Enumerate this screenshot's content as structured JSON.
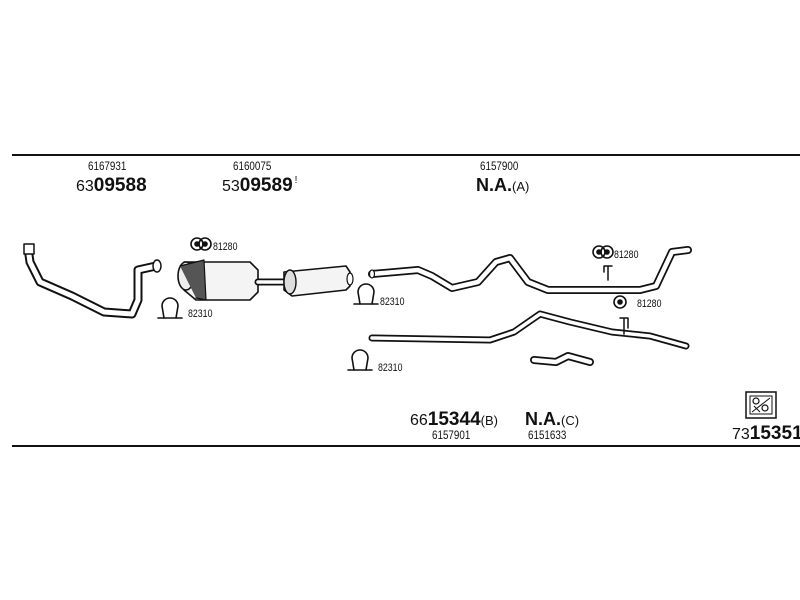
{
  "top_parts": [
    {
      "ref": "6167931",
      "code_prefix": "63",
      "code_main": "09588",
      "code_suffix": ""
    },
    {
      "ref": "6160075",
      "code_prefix": "53",
      "code_main": "09589",
      "code_suffix": "!"
    },
    {
      "ref": "6157900",
      "code_main": "N.A.",
      "code_suffix": "(A)"
    }
  ],
  "bottom_parts": [
    {
      "ref": "6157901",
      "code_prefix": "66",
      "code_main": "15344",
      "code_suffix": "(B)"
    },
    {
      "ref": "6151633",
      "code_main": "N.A.",
      "code_suffix": "(C)"
    },
    {
      "code_prefix": "73",
      "code_main": "15351"
    }
  ],
  "hardware_labels": {
    "rubber_left": "81280",
    "clamp_left": "82310",
    "clamp_mid": "82310",
    "clamp_lower": "82310",
    "rubber_right_top": "81280",
    "rubber_right_mid": "81280"
  }
}
